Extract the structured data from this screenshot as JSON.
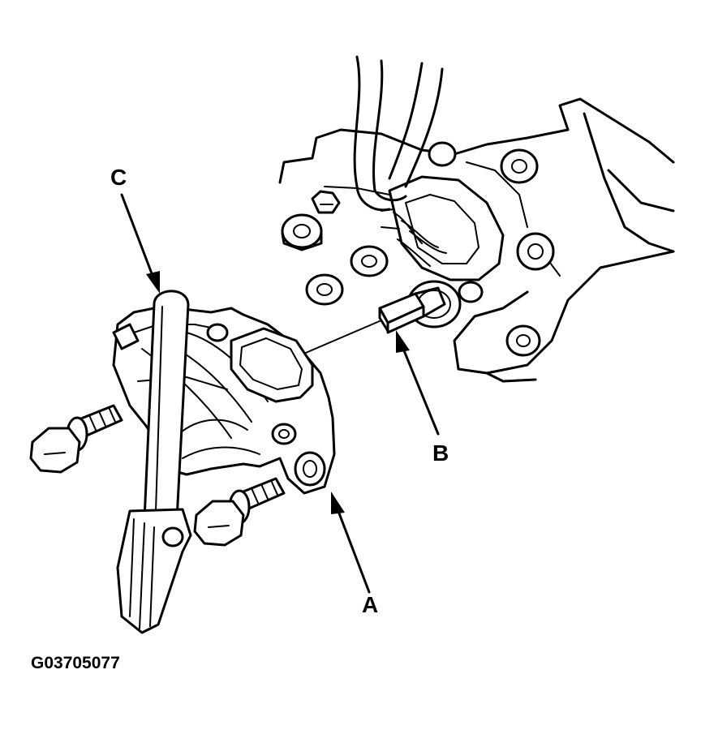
{
  "callouts": {
    "a": "A",
    "b": "B",
    "c": "C"
  },
  "figure_code": "G03705077"
}
